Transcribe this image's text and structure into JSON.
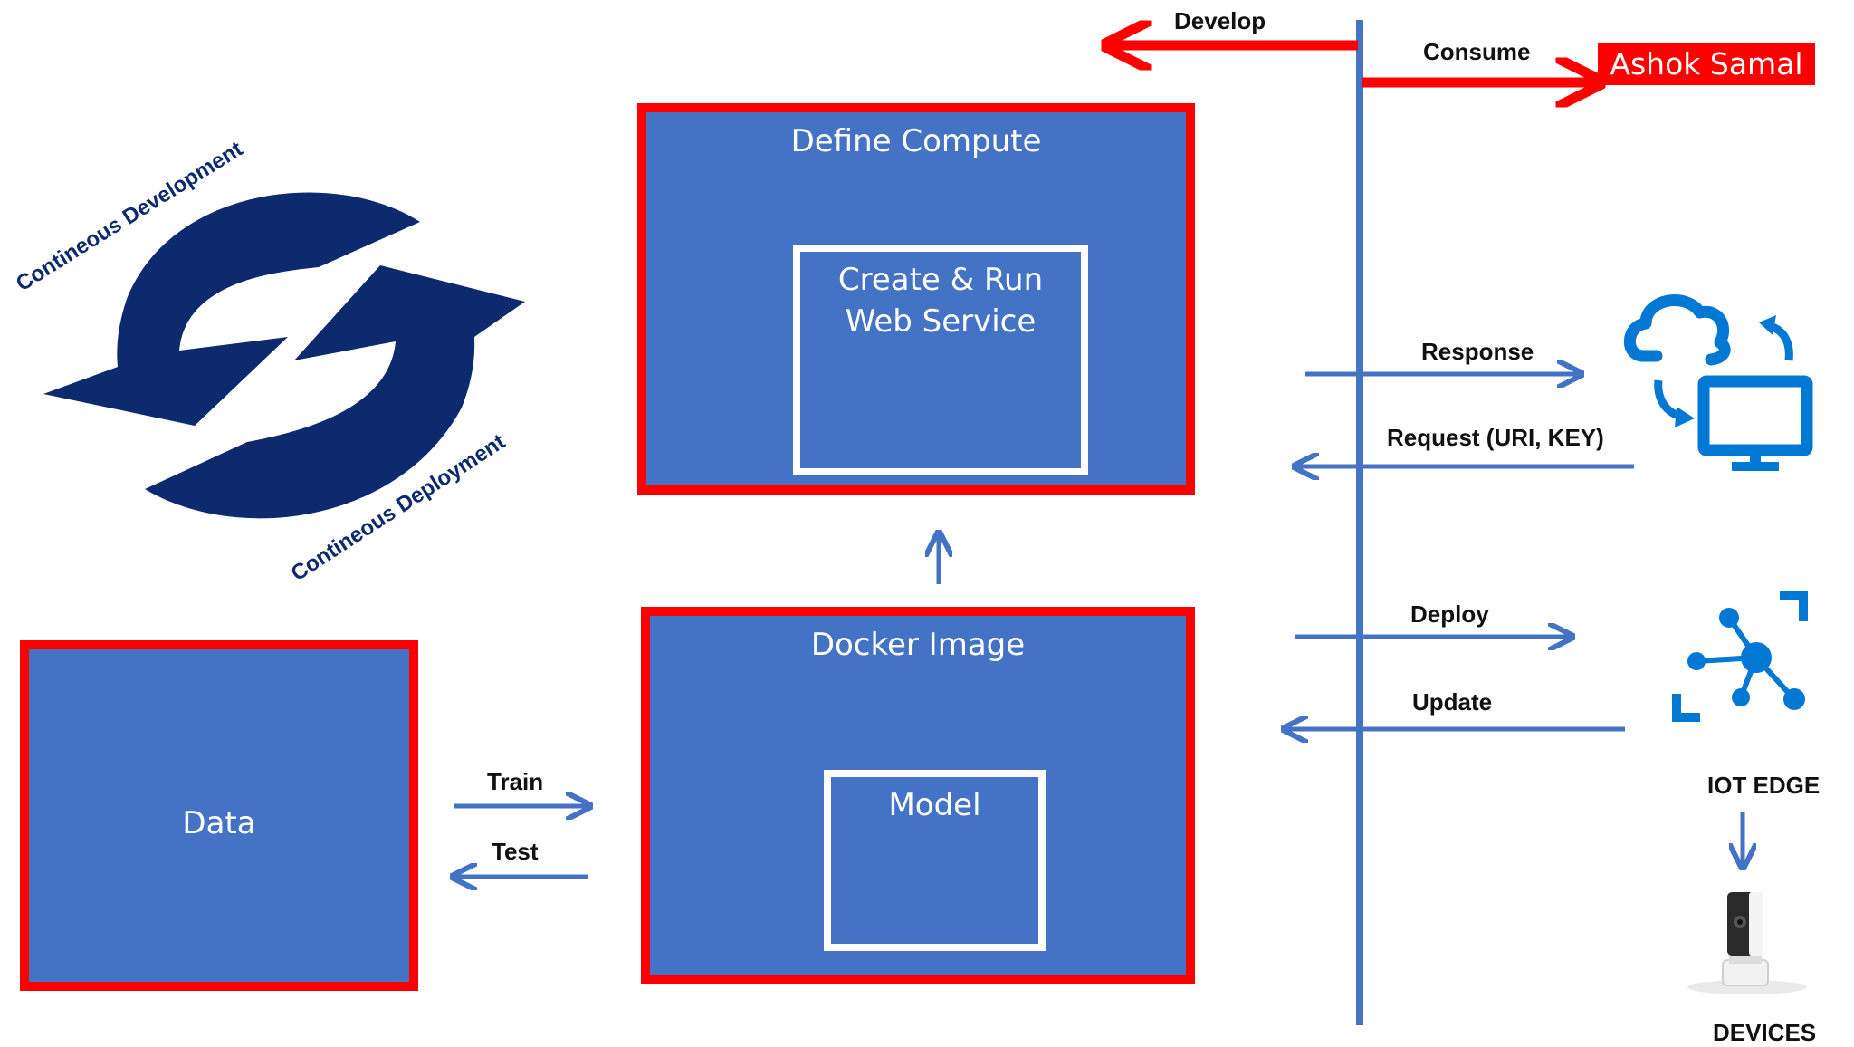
{
  "header": {
    "develop_label": "Develop",
    "consume_label": "Consume",
    "author": "Ashok Samal"
  },
  "cycle": {
    "top_label": "Contineous Development",
    "bottom_label": "Contineous Deployment",
    "icon": "sync-arrows-icon",
    "color": "#0d2a6e"
  },
  "boxes": {
    "compute": {
      "title": "Define Compute",
      "inner_line1": "Create & Run",
      "inner_line2": "Web Service"
    },
    "docker": {
      "title": "Docker Image",
      "inner": "Model"
    },
    "data": {
      "title": "Data"
    }
  },
  "links": {
    "train": "Train",
    "test": "Test",
    "response": "Response",
    "request": "Request (URI, KEY)",
    "deploy": "Deploy",
    "update": "Update"
  },
  "right_panel": {
    "cloud_icon": "cloud-sync-computer-icon",
    "iot_icon": "iot-hub-icon",
    "iot_label": "IOT EDGE",
    "device_icon": "camera-device-icon",
    "devices_label": "DEVICES"
  },
  "colors": {
    "box_fill": "#4472c4",
    "box_border": "#ff0000",
    "arrow_blue": "#4472c4",
    "arrow_red": "#ff0000",
    "icon_blue": "#0078d4"
  }
}
